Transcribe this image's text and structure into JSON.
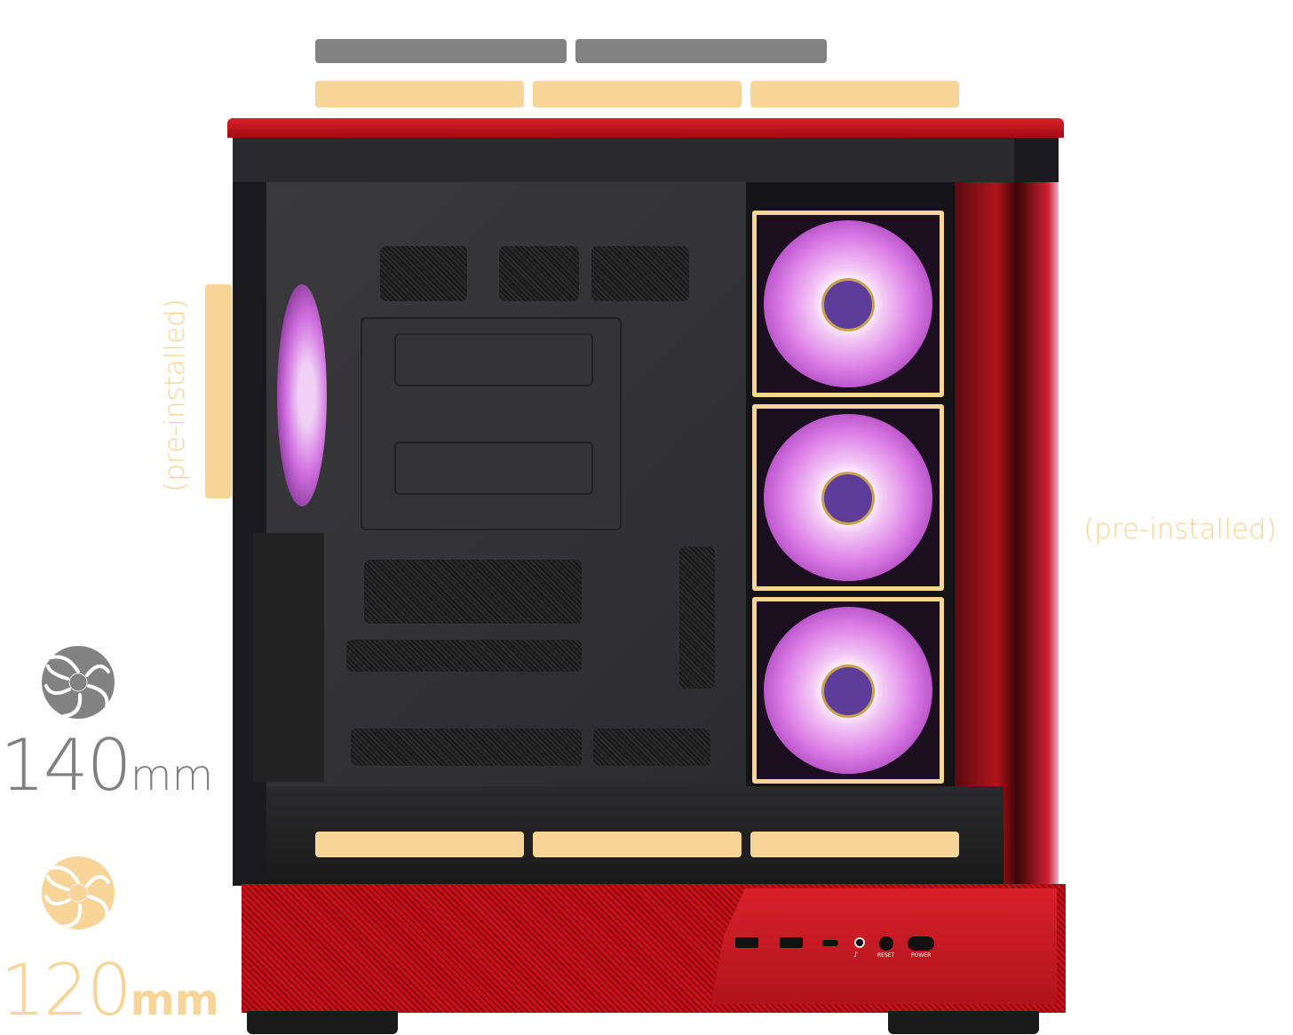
{
  "legend": {
    "items": [
      {
        "icon": "fan-icon",
        "color": "#808080",
        "size": "140",
        "unit": "mm"
      },
      {
        "icon": "fan-icon",
        "color": "#f7d497",
        "size": "120",
        "unit": "mm"
      }
    ]
  },
  "annotations": {
    "side_note": "(pre-installed)",
    "front_note": "(pre-installed)"
  },
  "front_io": {
    "audio_icon": "headset-icon",
    "reset_label": "RESET",
    "power_label": "POWER"
  },
  "colors": {
    "fan_140": "#828282",
    "fan_120": "#f7d497",
    "case_red": "#c6101a"
  },
  "slots": {
    "top_140": 2,
    "top_120": 3,
    "side_120": 1,
    "front_120": 3,
    "bottom_120": 3
  }
}
